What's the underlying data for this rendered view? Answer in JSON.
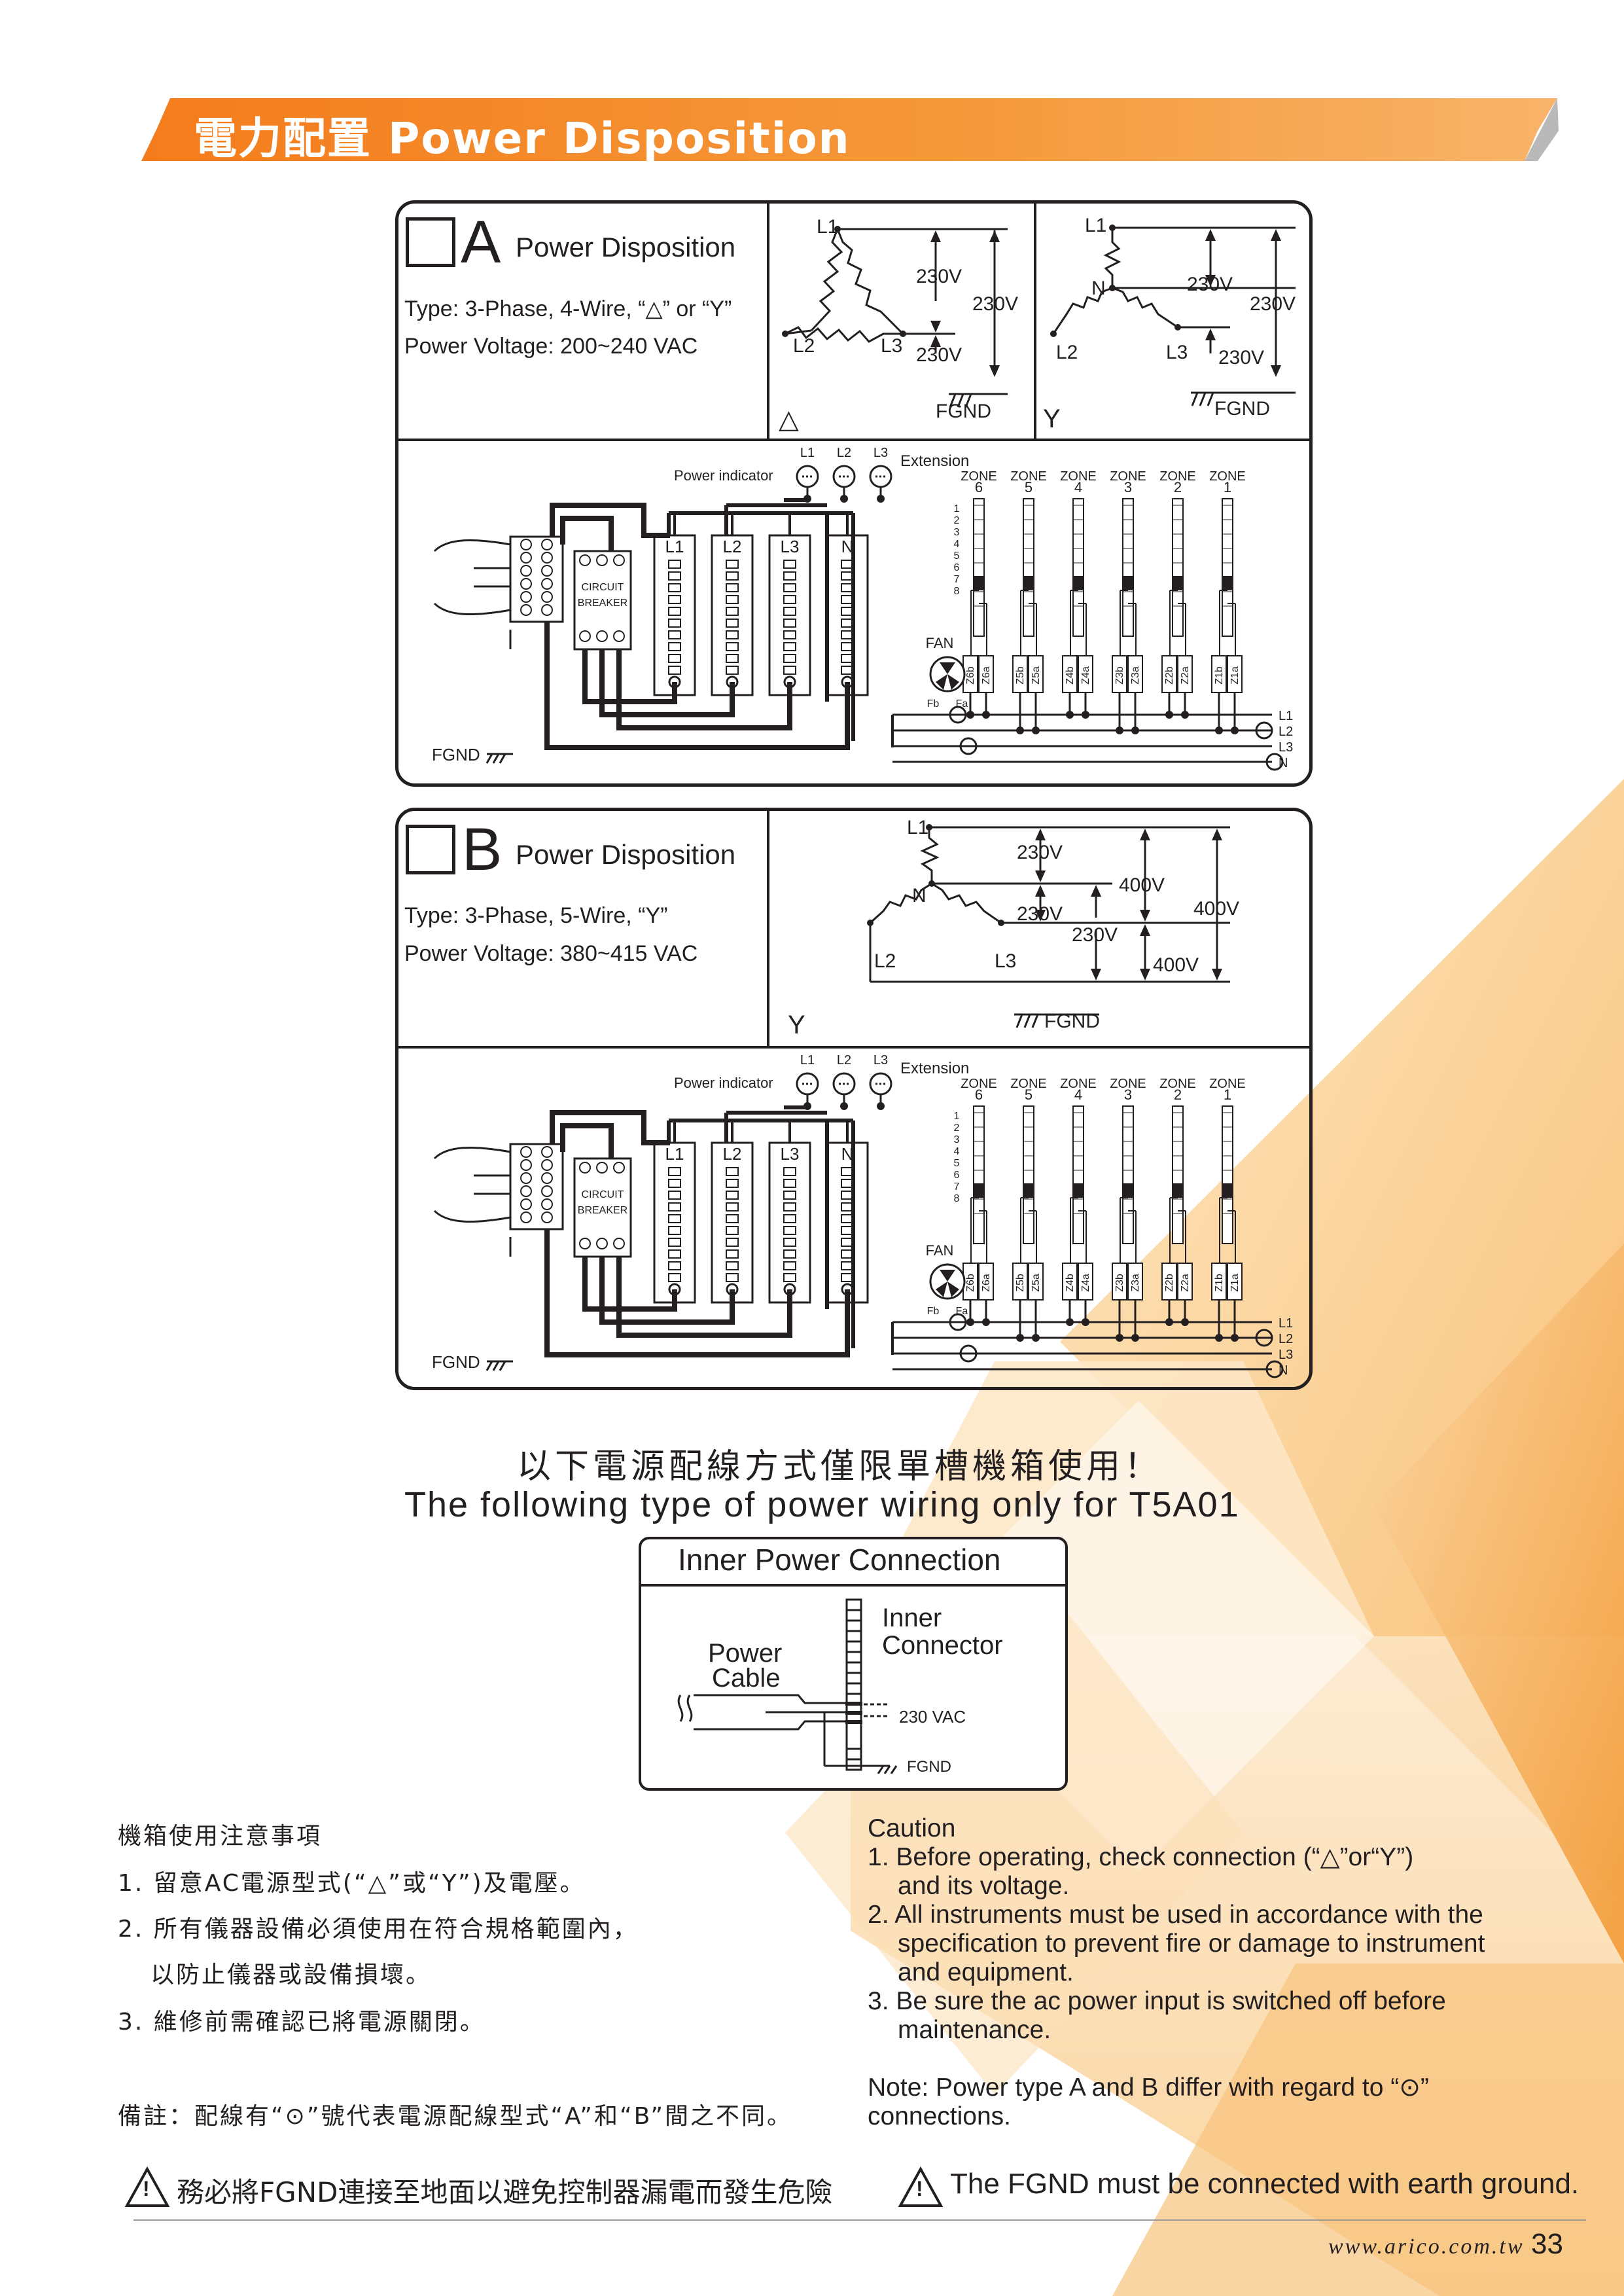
{
  "header": {
    "title": "電力配置 Power Disposition",
    "bar_color": "#f07a1e"
  },
  "panel_a": {
    "letter": "A",
    "title": "Power Disposition",
    "type_line": "Type: 3-Phase, 4-Wire, “△” or “Y”",
    "voltage_line": "Power Voltage: 200~240 VAC",
    "delta_label": "△",
    "y_label": "Y",
    "delta": {
      "l1": "L1",
      "l2": "L2",
      "l3": "L3",
      "v1": "230V",
      "v2": "230V",
      "v3": "230V",
      "fgnd": "FGND"
    },
    "wye": {
      "l1": "L1",
      "n": "N",
      "l2": "L2",
      "l3": "L3",
      "v1": "230V",
      "v2": "230V",
      "v3": "230V",
      "fgnd": "FGND"
    }
  },
  "panel_b": {
    "letter": "B",
    "title": "Power Disposition",
    "type_line": "Type: 3-Phase, 5-Wire, “Y”",
    "voltage_line": "Power Voltage: 380~415 VAC",
    "y_label": "Y",
    "wye": {
      "l1": "L1",
      "n": "N",
      "l2": "L2",
      "l3": "L3",
      "v_a": "230V",
      "v_b": "230V",
      "v_c": "230V",
      "v_d": "400V",
      "v_e": "400V",
      "v_f": "400V",
      "fgnd": "FGND"
    }
  },
  "wiring": {
    "power_indicator": "Power indicator",
    "extension": "Extension",
    "ind_labels": [
      "L1",
      "L2",
      "L3"
    ],
    "bus_labels": [
      "L1",
      "L2",
      "L3",
      "N"
    ],
    "zone_word": "ZONE",
    "zones": [
      "6",
      "5",
      "4",
      "3",
      "2",
      "1"
    ],
    "slots": [
      "1",
      "2",
      "3",
      "4",
      "5",
      "6",
      "7",
      "8"
    ],
    "fan": "FAN",
    "fb": "Fb",
    "fa": "Fa",
    "z_terms": [
      "Z6b",
      "Z6a",
      "Z5b",
      "Z5a",
      "Z4b",
      "Z4a",
      "Z3b",
      "Z3a",
      "Z2b",
      "Z2a",
      "Z1b",
      "Z1a"
    ],
    "cb_line1": "CIRCUIT",
    "cb_line2": "BREAKER",
    "right_lines": [
      "L1",
      "L2",
      "L3",
      "N"
    ],
    "fgnd": "FGND"
  },
  "notice": {
    "zh": "以下電源配線方式僅限單槽機箱使用！",
    "en": "The following type of power wiring only for T5A01"
  },
  "inner": {
    "title": "Inner Power Connection",
    "power": "Power",
    "cable": "Cable",
    "inner": "Inner",
    "connector": "Connector",
    "vac": "230 VAC",
    "fgnd": "FGND"
  },
  "notes_zh": {
    "title": "機箱使用注意事項",
    "items": [
      "1. 留意AC電源型式(“△”或“Y”)及電壓。",
      "2. 所有儀器設備必須使用在符合規格範圍內，",
      "以防止儀器或設備損壞。",
      "3. 維修前需確認已將電源關閉。"
    ],
    "remark": "備註：配線有“⊙”號代表電源配線型式“A”和“B”間之不同。"
  },
  "notes_en": {
    "title": "Caution",
    "items": [
      "1. Before operating, check connection (“△”or“Y”)",
      "and its voltage.",
      "2. All instruments must be used in accordance with the",
      "specification to prevent fire or damage to instrument",
      "and equipment.",
      "3. Be sure the ac power input is switched off before",
      "maintenance."
    ],
    "note1": "Note: Power type A and B differ with regard to “⊙”",
    "note2": "connections."
  },
  "warnings": {
    "zh": "務必將FGND連接至地面以避免控制器漏電而發生危險",
    "en": "The FGND must be connected with earth ground.",
    "icon_glyph": "!"
  },
  "footer": {
    "url": "www.arico.com.tw",
    "page": "33"
  }
}
